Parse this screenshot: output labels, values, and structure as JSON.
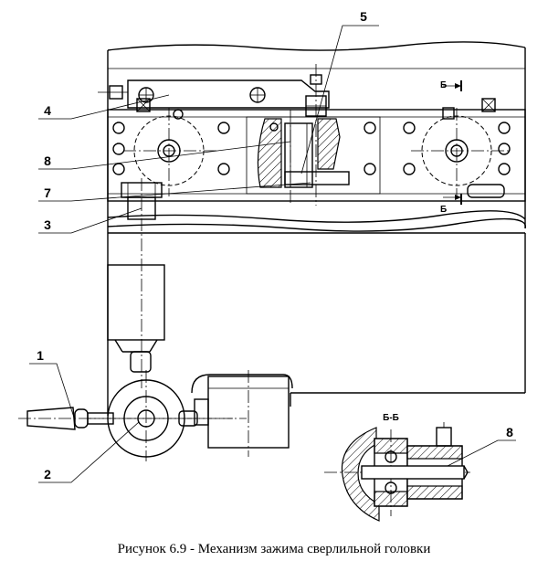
{
  "callouts": {
    "c1": "1",
    "c2": "2",
    "c3": "3",
    "c4": "4",
    "c5": "5",
    "c7": "7",
    "c8": "8",
    "c8b": "8"
  },
  "section_marks": {
    "top": "Б",
    "bottom": "Б",
    "view_title": "Б-Б"
  },
  "caption": "Рисунок 6.9 - Механизм зажима сверлильной головки"
}
